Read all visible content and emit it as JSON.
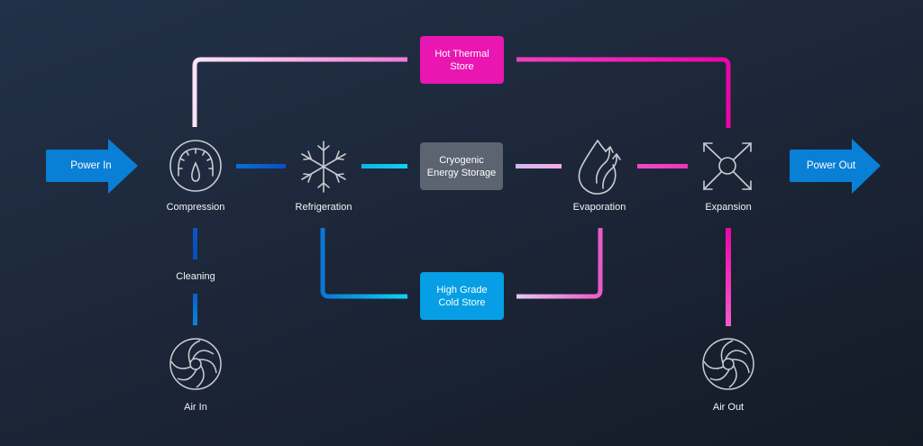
{
  "title": "Liquid Air Energy Storage Process",
  "colors": {
    "background_top": "#223148",
    "background_bottom": "#141b27",
    "arrow_blue": "#0a7fd6",
    "hot_store": "#e916b2",
    "cryo_store": "#5b6470",
    "cold_store": "#069ee4",
    "icon_stroke": "#c9ccd2",
    "line_blue_dark": "#0b56c4",
    "line_cyan": "#0fc4ef",
    "line_lilac": "#d4b4f0",
    "line_pink_light": "#f6a6de",
    "line_magenta": "#ec0fae"
  },
  "arrows": {
    "power_in": "Power In",
    "power_out": "Power Out"
  },
  "stages": {
    "compression": {
      "label": "Compression",
      "icon": "gauge-icon"
    },
    "refrigeration": {
      "label": "Refrigeration",
      "icon": "snowflake-icon"
    },
    "evaporation": {
      "label": "Evaporation",
      "icon": "drop-heat-icon"
    },
    "expansion": {
      "label": "Expansion",
      "icon": "expand-arrows-icon"
    },
    "cleaning": {
      "label": "Cleaning"
    },
    "air_in": {
      "label": "Air In",
      "icon": "fan-icon"
    },
    "air_out": {
      "label": "Air Out",
      "icon": "fan-icon"
    }
  },
  "stores": {
    "hot": {
      "line1": "Hot Thermal",
      "line2": "Store"
    },
    "cryo": {
      "line1": "Cryogenic",
      "line2": "Energy Storage"
    },
    "cold": {
      "line1": "High Grade",
      "line2": "Cold Store"
    }
  }
}
